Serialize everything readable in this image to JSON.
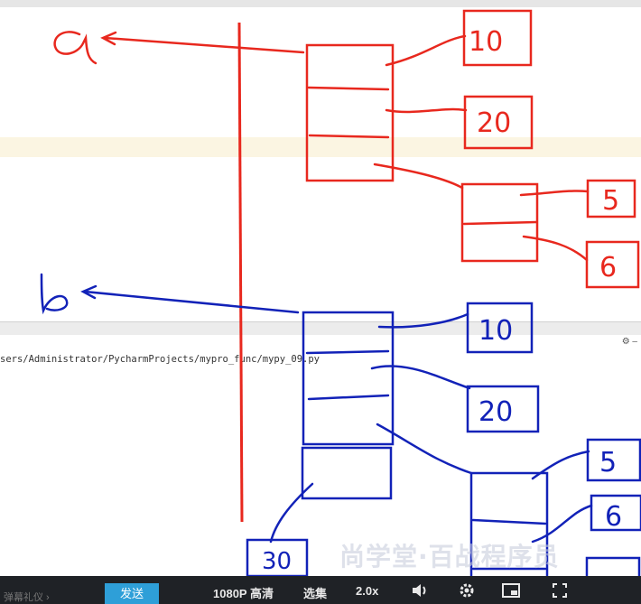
{
  "editor": {
    "console_path": "sers/Administrator/PycharmProjects/mypro_func/mypy_09.py",
    "panel_gear": "⚙ ‒"
  },
  "annotations": {
    "var_a": "a",
    "var_b": "b",
    "a_values": [
      "10",
      "20",
      "5",
      "6"
    ],
    "b_values": [
      "10",
      "20",
      "5",
      "6",
      "30"
    ],
    "red_color": "#e8281e",
    "blue_color": "#1222b8"
  },
  "watermark": "尚学堂·百战程序员",
  "video_bar": {
    "chat_hint": "弹幕礼仪 ›",
    "send_label": "发送",
    "quality_label": "1080P 高清",
    "episodes_label": "选集",
    "speed_label": "2.0x"
  }
}
